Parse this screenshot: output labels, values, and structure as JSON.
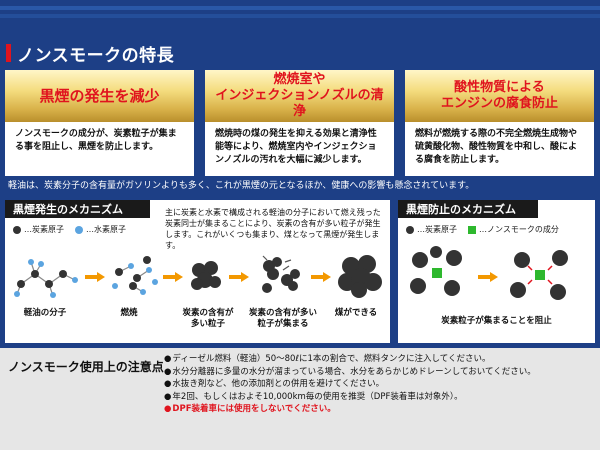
{
  "header": {
    "title": "ノンスモークの特長"
  },
  "features": [
    {
      "title": "黒煙の発生を減少",
      "body": "ノンスモークの成分が、炭素粒子が集まる事を阻止し、黒煙を防止します。"
    },
    {
      "title_line1": "燃焼室や",
      "title_line2": "インジェクションノズルの清浄",
      "body": "燃焼時の煤の発生を抑える効果と清浄性能等により、燃焼室内やインジェクションノズルの汚れを大幅に減少します。"
    },
    {
      "title_line1": "酸性物質による",
      "title_line2": "エンジンの腐食防止",
      "body": "燃料が燃焼する際の不完全燃焼生成物や硫黄酸化物、酸性物質を中和し、酸による腐食を防止します。"
    }
  ],
  "note": "軽油は、炭素分子の含有量がガソリンよりも多く、これが黒煙の元となるほか、健康への影響も懸念されています。",
  "mechanism": {
    "title": "黒煙発生のメカニズム",
    "legend_carbon": "…炭素原子",
    "legend_hydrogen": "…水素原子",
    "description": "主に炭素と水素で構成される軽油の分子において燃え残った炭素同士が集まることにより、炭素の含有が多い粒子が発生します。これがいくつも集まり、煤となって黒煙が発生します。",
    "steps": {
      "s1": "軽油の分子",
      "s2": "燃焼",
      "s3_line1": "炭素の含有が",
      "s3_line2": "多い粒子",
      "s4_line1": "炭素の含有が多い",
      "s4_line2": "粒子が集まる",
      "s5": "煤ができる"
    }
  },
  "prevention": {
    "title": "黒煙防止のメカニズム",
    "legend_carbon": "…炭素原子",
    "legend_nonsmoke": "…ノンスモークの成分",
    "caption": "炭素粒子が集まることを阻止"
  },
  "usage": {
    "title": "ノンスモーク使用上の注意点",
    "items": [
      "ディーゼル燃料（軽油）50〜80ℓに1本の割合で、燃料タンクに注入してください。",
      "水分分離器に多量の水分が溜まっている場合、水分をあらかじめドレーンしておいてください。",
      "水抜き剤など、他の添加剤との併用を避けてください。",
      "年2回、もしくはおよそ10,000km毎の使用を推奨（DPF装着車は対象外）。",
      "DPF装着車には使用をしないでください。"
    ]
  },
  "colors": {
    "accent_red": "#e0141e",
    "navy": "#1d3f86",
    "gold": "#d9b24a",
    "orange_arrow": "#f39800",
    "nonsmoke_green": "#2eb82e",
    "hydrogen_blue": "#5ba4e0"
  }
}
